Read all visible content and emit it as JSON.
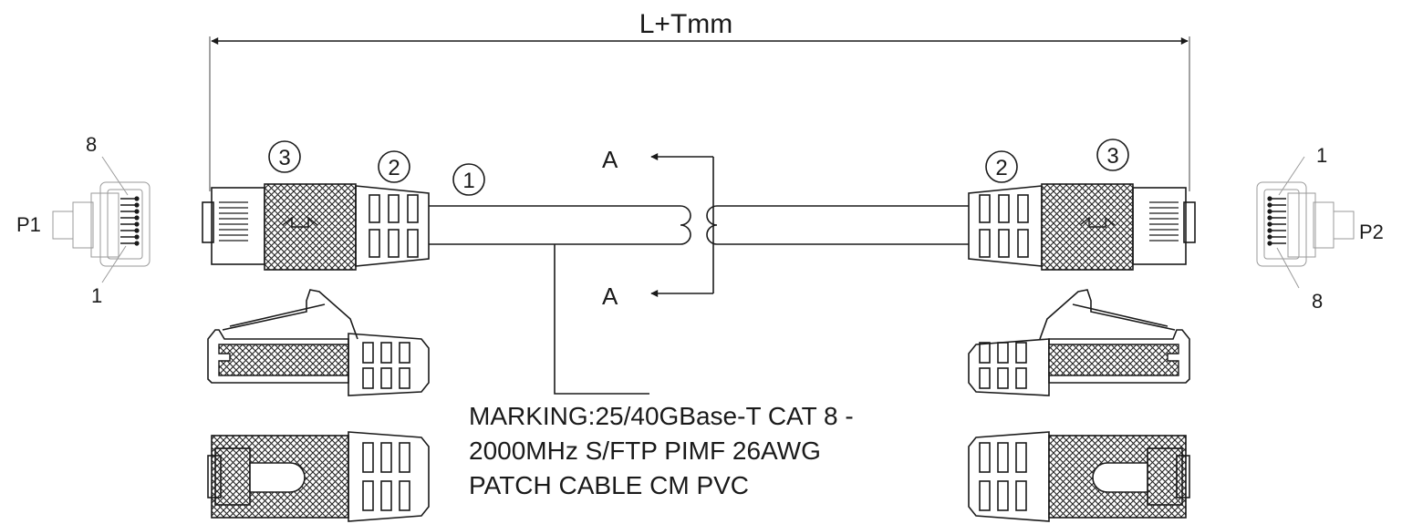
{
  "dimension": {
    "label": "L+Tmm"
  },
  "plugs": {
    "p1": {
      "label": "P1",
      "pin_top": "8",
      "pin_bottom": "1"
    },
    "p2": {
      "label": "P2",
      "pin_top": "1",
      "pin_bottom": "8"
    }
  },
  "callouts": {
    "cable": "1",
    "boot": "2",
    "plug": "3"
  },
  "section": {
    "top": "A",
    "bottom": "A"
  },
  "marking": {
    "line1": "MARKING:25/40GBase-T CAT 8 -",
    "line2": "2000MHz S/FTP PIMF 26AWG",
    "line3": "PATCH CABLE CM PVC"
  }
}
